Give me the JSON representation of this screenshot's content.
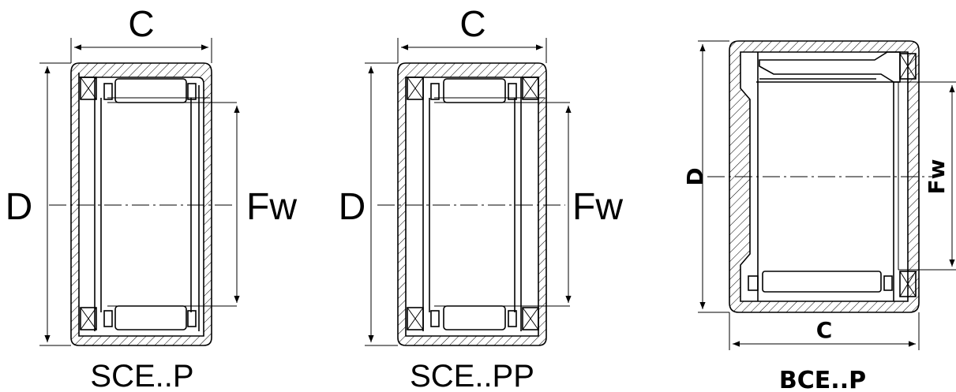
{
  "diagrams": [
    {
      "id": "sce-p",
      "title": "SCE..P",
      "width_label": "C",
      "outer_label": "D",
      "inner_label": "Fw"
    },
    {
      "id": "sce-pp",
      "title": "SCE..PP",
      "width_label": "C",
      "outer_label": "D",
      "inner_label": "Fw"
    },
    {
      "id": "bce-p",
      "title": "BCE..P",
      "width_label": "C",
      "outer_label": "D",
      "inner_label": "Fw"
    }
  ]
}
